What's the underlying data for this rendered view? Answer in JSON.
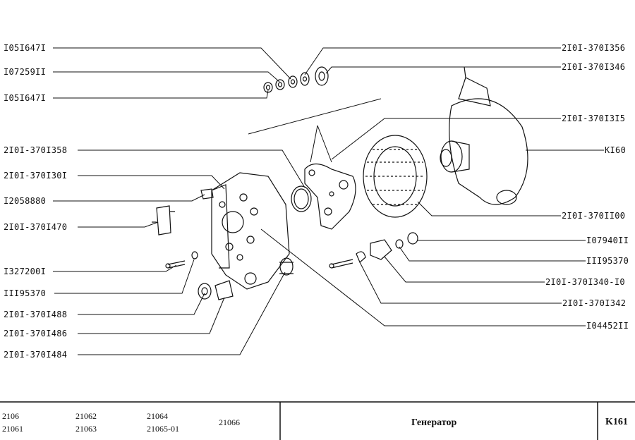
{
  "diagram": {
    "left_labels": [
      "I05I647I",
      "I07259II",
      "I05I647I",
      "2I0I-370I358",
      "2I0I-370I30I",
      "I2058880",
      "2I0I-370I470",
      "I327200I",
      "III95370",
      "2I0I-370I488",
      "2I0I-370I486",
      "2I0I-370I484"
    ],
    "right_labels": [
      "2I0I-370I356",
      "2I0I-370I346",
      "2I0I-370I3I5",
      "KI60",
      "2I0I-370II00",
      "I07940II",
      "III95370",
      "2I0I-370I340-I0",
      "2I0I-370I342",
      "I04452II"
    ]
  },
  "footer": {
    "models": [
      "2106",
      "21061",
      "21062",
      "21063",
      "21064",
      "21065-01",
      "21066"
    ],
    "title": "Генератор",
    "code": "K161"
  }
}
